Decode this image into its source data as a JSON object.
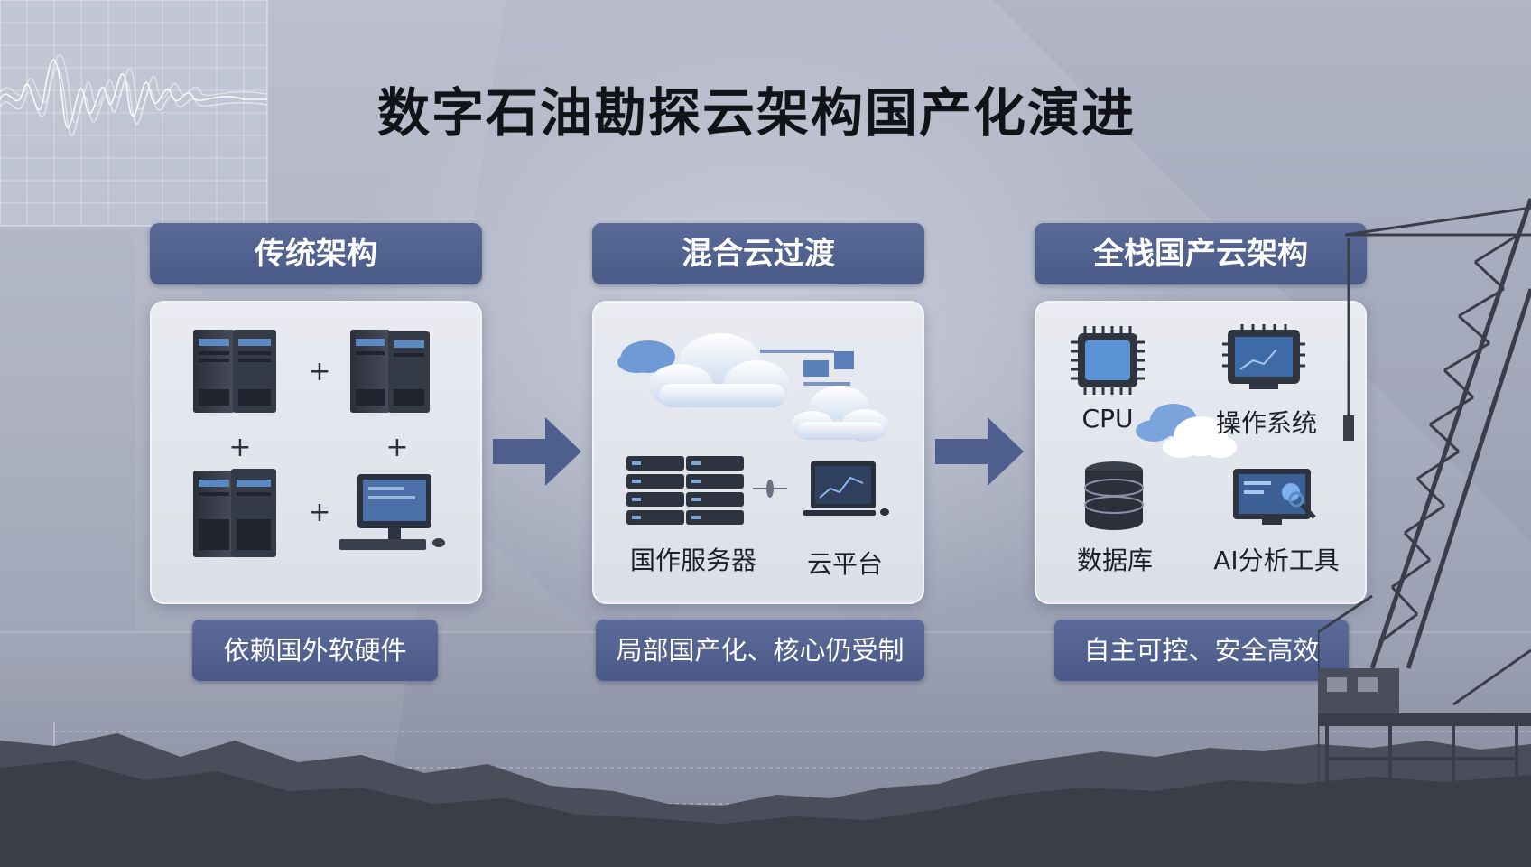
{
  "title": "数字石油勘探云架构国产化演进",
  "stages": [
    {
      "header": "传统架构",
      "caption": "依赖国外软硬件",
      "labels": [],
      "plus_signs": [
        "+",
        "+",
        "+",
        "+"
      ]
    },
    {
      "header": "混合云过渡",
      "caption": "局部国产化、核心仍受制",
      "labels": [
        "国作服务器",
        "云平台"
      ]
    },
    {
      "header": "全栈国产云架构",
      "caption": "自主可控、安全高效",
      "labels": [
        "CPU",
        "操作系统",
        "数据库",
        "AI分析工具"
      ]
    }
  ],
  "colors": {
    "header_bg": "#4f5f8d",
    "arrow": "#4f5f8d",
    "panel_bg": "#e4e6ee",
    "title_text": "#111318"
  },
  "icons": [
    "server-tower-icon",
    "desktop-computer-icon",
    "cloud-icon",
    "rack-server-icon",
    "chart-monitor-icon",
    "cpu-chip-icon",
    "os-monitor-icon",
    "database-icon",
    "ai-tool-icon",
    "oil-crane-icon"
  ]
}
